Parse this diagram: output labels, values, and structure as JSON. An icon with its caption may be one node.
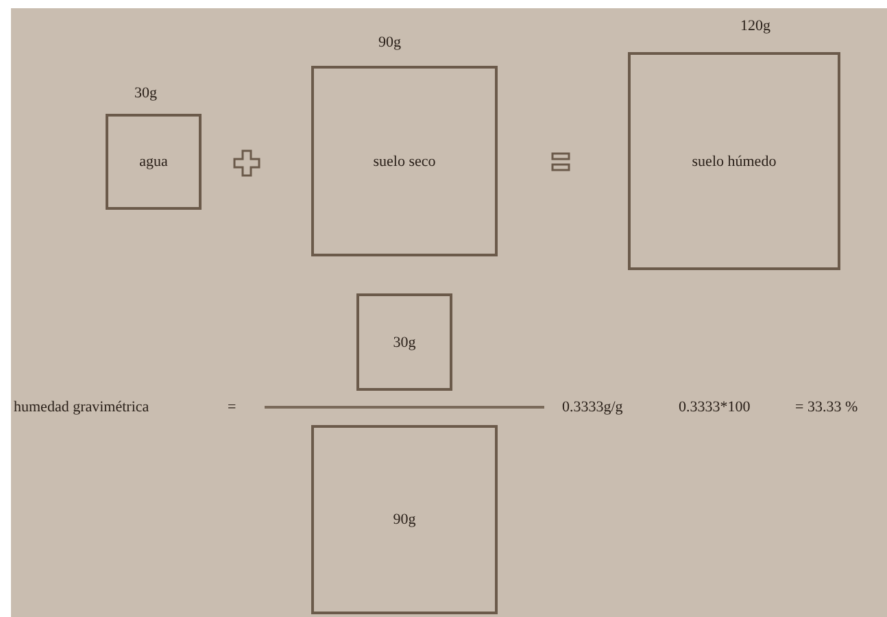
{
  "diagram": {
    "nodes": [
      {
        "text": [
          "agua"
        ],
        "beside": [
          "30g"
        ]
      },
      {
        "text": [
          "suelo seco"
        ],
        "beside": [
          "90g"
        ]
      },
      {
        "text": [
          "suelo húmedo"
        ],
        "beside": [
          "120g"
        ]
      },
      {
        "text": [
          "30g"
        ]
      },
      {
        "text": [
          "90g"
        ]
      }
    ],
    "labels": [
      "humedad gravimétrica",
      "=",
      "0.3333g/g",
      "0.3333*100",
      "= 33.33 %"
    ]
  }
}
